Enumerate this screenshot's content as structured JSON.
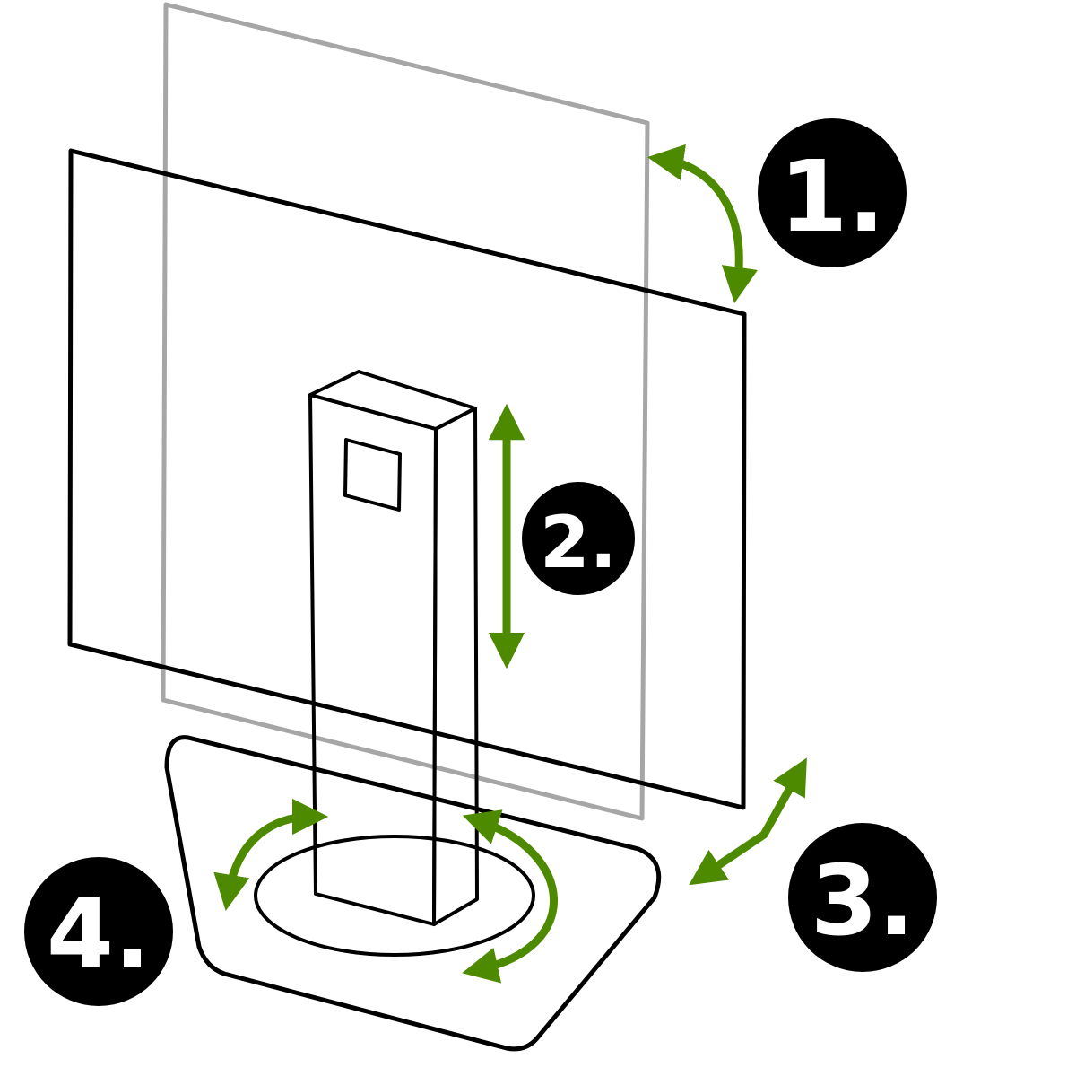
{
  "colors": {
    "arrow": "#4e8a00",
    "badge": "#000000",
    "badge_text": "#ffffff",
    "ghost_outline": "#a6a6a6",
    "outline": "#000000"
  },
  "badges": [
    {
      "label": "1.",
      "meaning": "tilt"
    },
    {
      "label": "2.",
      "meaning": "height-adjust"
    },
    {
      "label": "3.",
      "meaning": "pivot"
    },
    {
      "label": "4.",
      "meaning": "swivel"
    }
  ]
}
